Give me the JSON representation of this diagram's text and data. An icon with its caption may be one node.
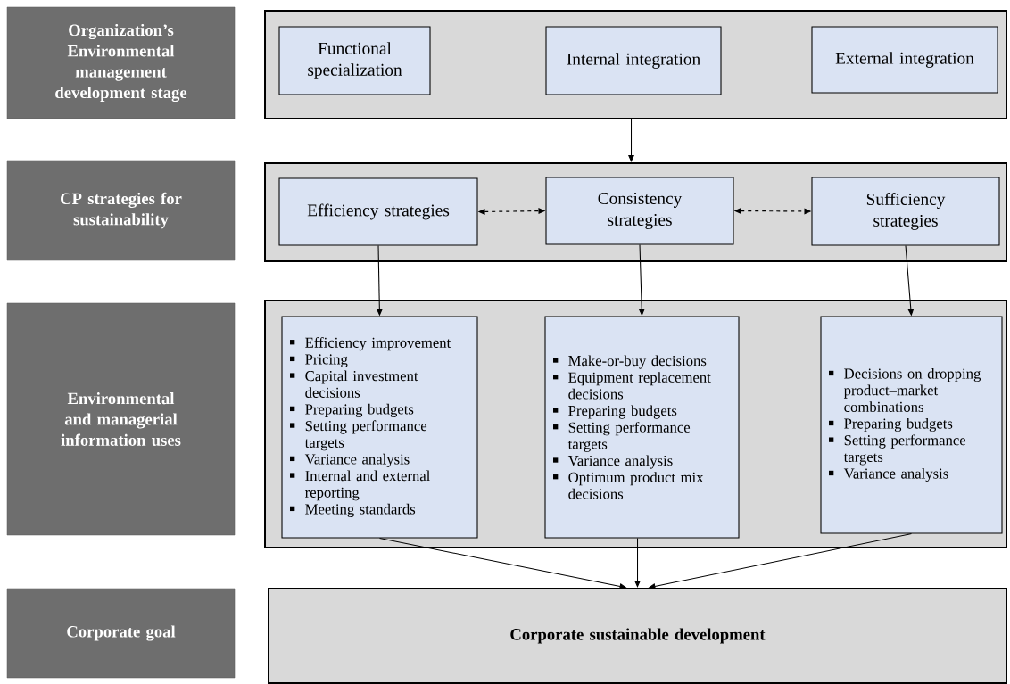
{
  "diagram": {
    "nodes": [
      {
        "text": [
          "Organization’s Environmental management development stage"
        ]
      },
      {
        "text": [],
        "shape": "box"
      },
      {
        "text": [
          "Functional specialization"
        ],
        "in": 1
      },
      {
        "text": [
          "Internal integration"
        ],
        "in": 1
      },
      {
        "text": [
          "External integration"
        ],
        "in": 1
      },
      {
        "text": [
          "CP strategies for sustainability"
        ]
      },
      {
        "text": [],
        "shape": "box"
      },
      {
        "text": [
          "Efficiency strategies"
        ],
        "in": 6
      },
      {
        "text": [
          "Consistency strategies"
        ],
        "in": 6
      },
      {
        "text": [
          "Sufficiency strategies"
        ],
        "in": 6
      },
      {
        "text": [
          "Environmental and managerial information uses"
        ]
      },
      {
        "text": [],
        "shape": "box"
      },
      {
        "text": [
          "Efficiency improvement",
          "Pricing",
          "Capital investment decisions",
          "Preparing budgets",
          "Setting performance targets",
          "Variance analysis",
          "Internal and external reporting",
          "Meeting standards"
        ],
        "in": 11
      },
      {
        "text": [
          "Make-or-buy decisions",
          "Equipment replacement decisions",
          "Preparing budgets",
          "Setting performance targets",
          "Variance analysis",
          "Optimum product mix decisions"
        ],
        "in": 11
      },
      {
        "text": [
          "Decisions on dropping product–market combinations",
          "Preparing budgets",
          "Setting performance targets",
          "Variance analysis"
        ],
        "in": 11
      },
      {
        "text": [
          "Corporate goal"
        ]
      },
      {
        "text": [
          "Corporate sustainable development"
        ]
      }
    ],
    "edges": [
      {
        "from": 1,
        "to": 6,
        "arrow": "to"
      },
      {
        "from": 7,
        "to": 8,
        "arrow": "both",
        "style": "dashed"
      },
      {
        "from": 8,
        "to": 9,
        "arrow": "both",
        "style": "dashed"
      },
      {
        "from": 7,
        "to": 12,
        "arrow": "to"
      },
      {
        "from": 8,
        "to": 13,
        "arrow": "to"
      },
      {
        "from": 9,
        "to": 14,
        "arrow": "to"
      },
      {
        "from": 12,
        "to": 16,
        "arrow": "to"
      },
      {
        "from": 13,
        "to": 16,
        "arrow": "to"
      },
      {
        "from": 14,
        "to": 16,
        "arrow": "to"
      }
    ]
  }
}
